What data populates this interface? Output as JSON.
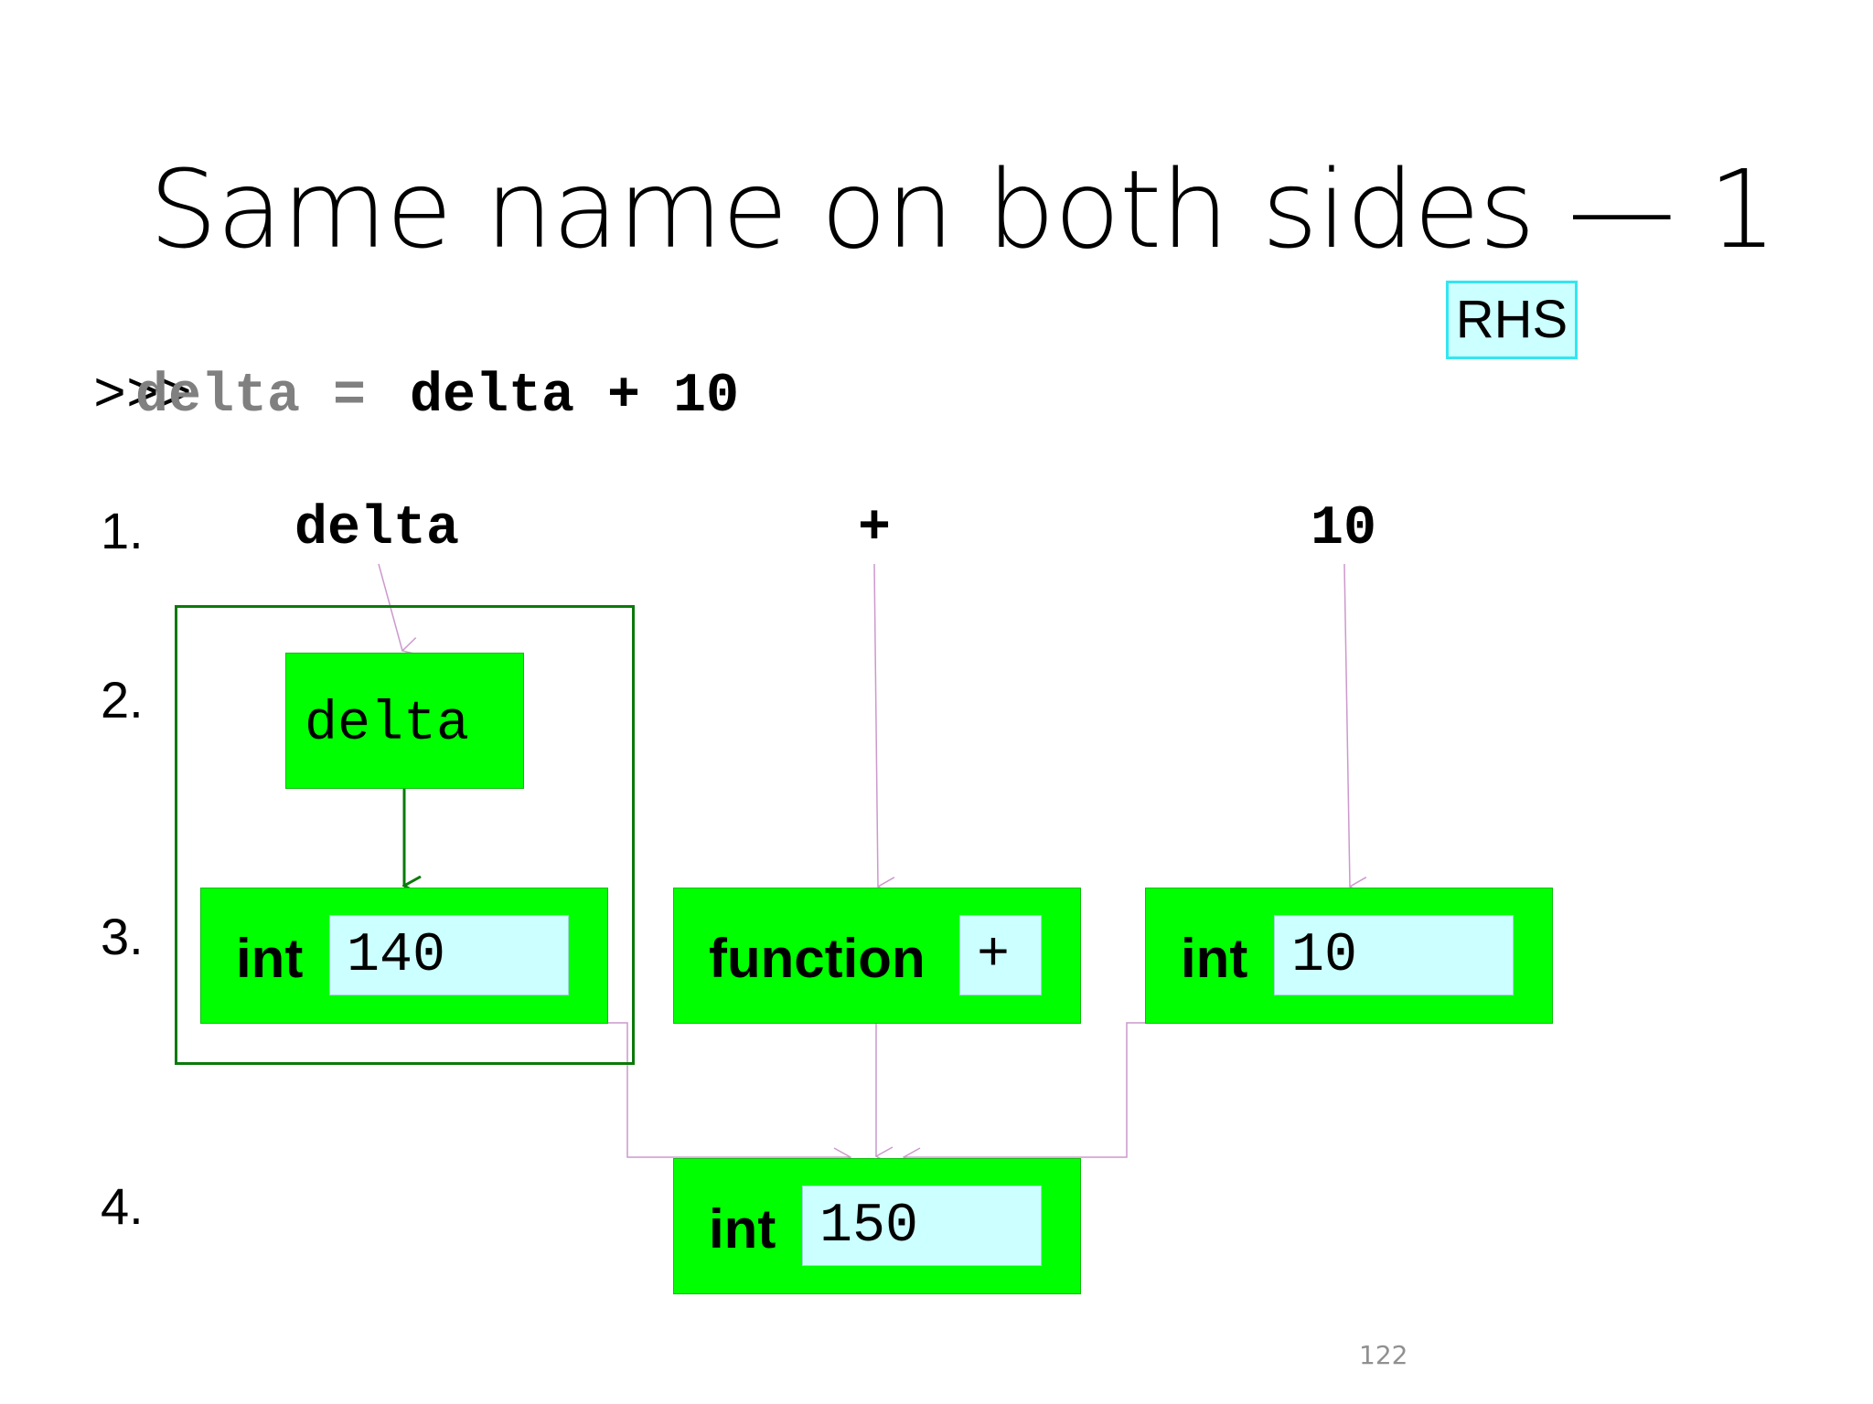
{
  "title": "Same name on both sides — 1",
  "badge": "RHS",
  "statement": {
    "prompt": ">>>",
    "lhs": "delta =",
    "rhs": "delta + 10"
  },
  "steps": [
    "1.",
    "2.",
    "3.",
    "4."
  ],
  "tokens": [
    "delta",
    "+",
    "10"
  ],
  "name_box": "delta",
  "objects": [
    {
      "type": "int",
      "value": "140"
    },
    {
      "type": "function",
      "value": "+"
    },
    {
      "type": "int",
      "value": "10"
    }
  ],
  "result": {
    "type": "int",
    "value": "150"
  },
  "colors": {
    "object_fill": "#00ff00",
    "value_fill": "#ccffff",
    "frame": "#0a7a0a",
    "connector": "#cc99cc",
    "badge_border": "#33e6f0"
  },
  "page_number": "122"
}
